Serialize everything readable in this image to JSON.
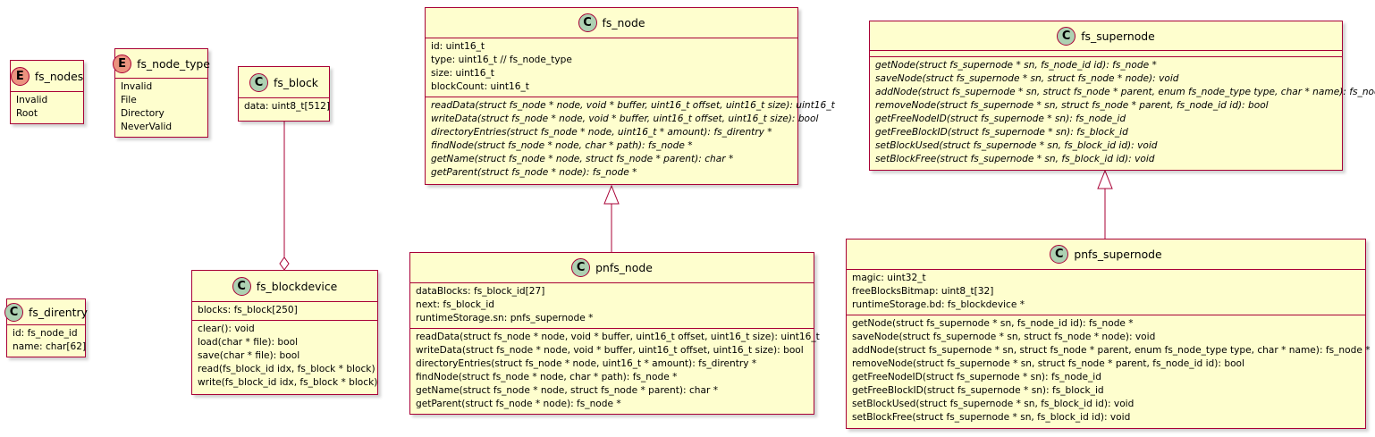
{
  "colors": {
    "fill": "#fefece",
    "border": "#a80036",
    "class_badge": "#add1b2",
    "enum_badge": "#eb937f"
  },
  "relations": [
    {
      "from": "pnfs_node",
      "to": "fs_node",
      "kind": "inheritance"
    },
    {
      "from": "pnfs_supernode",
      "to": "fs_supernode",
      "kind": "inheritance"
    },
    {
      "from": "fs_block",
      "to": "fs_blockdevice",
      "kind": "aggregation"
    }
  ],
  "fs_nodes": {
    "badge": "E",
    "name": "fs_nodes",
    "fields": [
      "Invalid",
      "Root"
    ]
  },
  "fs_node_type": {
    "badge": "E",
    "name": "fs_node_type",
    "fields": [
      "Invalid",
      "File",
      "Directory",
      "NeverValid"
    ]
  },
  "fs_block": {
    "badge": "C",
    "name": "fs_block",
    "fields": [
      "data: uint8_t[512]"
    ]
  },
  "fs_direntry": {
    "badge": "C",
    "name": "fs_direntry",
    "fields": [
      "id: fs_node_id",
      "name: char[62]"
    ]
  },
  "fs_blockdevice": {
    "badge": "C",
    "name": "fs_blockdevice",
    "fields": [
      "blocks: fs_block[250]"
    ],
    "methods": [
      "clear(): void",
      "load(char * file): bool",
      "save(char * file): bool",
      "read(fs_block_id idx, fs_block * block)",
      "write(fs_block_id idx, fs_block * block)"
    ]
  },
  "fs_node": {
    "badge": "C",
    "name": "fs_node",
    "fields": [
      "id: uint16_t",
      "type: uint16_t // fs_node_type",
      "size: uint16_t",
      "blockCount: uint16_t"
    ],
    "methods": [
      "readData(struct fs_node * node, void * buffer, uint16_t offset, uint16_t size): uint16_t",
      "writeData(struct fs_node * node, void * buffer, uint16_t offset, uint16_t size): bool",
      "directoryEntries(struct fs_node * node, uint16_t * amount): fs_direntry *",
      "findNode(struct fs_node * node, char * path): fs_node *",
      "getName(struct fs_node * node, struct fs_node * parent): char *",
      "getParent(struct fs_node * node): fs_node *"
    ]
  },
  "pnfs_node": {
    "badge": "C",
    "name": "pnfs_node",
    "fields": [
      "dataBlocks: fs_block_id[27]",
      "next: fs_block_id",
      "runtimeStorage.sn: pnfs_supernode *"
    ],
    "methods": [
      "readData(struct fs_node * node, void * buffer, uint16_t offset, uint16_t size): uint16_t",
      "writeData(struct fs_node * node, void * buffer, uint16_t offset, uint16_t size): bool",
      "directoryEntries(struct fs_node * node, uint16_t * amount): fs_direntry *",
      "findNode(struct fs_node * node, char * path): fs_node *",
      "getName(struct fs_node * node, struct fs_node * parent): char *",
      "getParent(struct fs_node * node): fs_node *"
    ]
  },
  "fs_supernode": {
    "badge": "C",
    "name": "fs_supernode",
    "methods": [
      "getNode(struct fs_supernode * sn, fs_node_id id): fs_node *",
      "saveNode(struct fs_supernode * sn, struct fs_node * node): void",
      "addNode(struct fs_supernode * sn, struct fs_node * parent, enum fs_node_type type, char * name): fs_node *",
      "removeNode(struct fs_supernode * sn, struct fs_node * parent, fs_node_id id): bool",
      "getFreeNodeID(struct fs_supernode * sn): fs_node_id",
      "getFreeBlockID(struct fs_supernode * sn): fs_block_id",
      "setBlockUsed(struct fs_supernode * sn, fs_block_id id): void",
      "setBlockFree(struct fs_supernode * sn, fs_block_id id): void"
    ]
  },
  "pnfs_supernode": {
    "badge": "C",
    "name": "pnfs_supernode",
    "fields": [
      "magic: uint32_t",
      "freeBlocksBitmap: uint8_t[32]",
      "runtimeStorage.bd: fs_blockdevice *"
    ],
    "methods": [
      "getNode(struct fs_supernode * sn, fs_node_id id): fs_node *",
      "saveNode(struct fs_supernode * sn, struct fs_node * node): void",
      "addNode(struct fs_supernode * sn, struct fs_node * parent, enum fs_node_type type, char * name): fs_node *",
      "removeNode(struct fs_supernode * sn, struct fs_node * parent, fs_node_id id): bool",
      "getFreeNodeID(struct fs_supernode * sn): fs_node_id",
      "getFreeBlockID(struct fs_supernode * sn): fs_block_id",
      "setBlockUsed(struct fs_supernode * sn, fs_block_id id): void",
      "setBlockFree(struct fs_supernode * sn, fs_block_id id): void"
    ]
  }
}
